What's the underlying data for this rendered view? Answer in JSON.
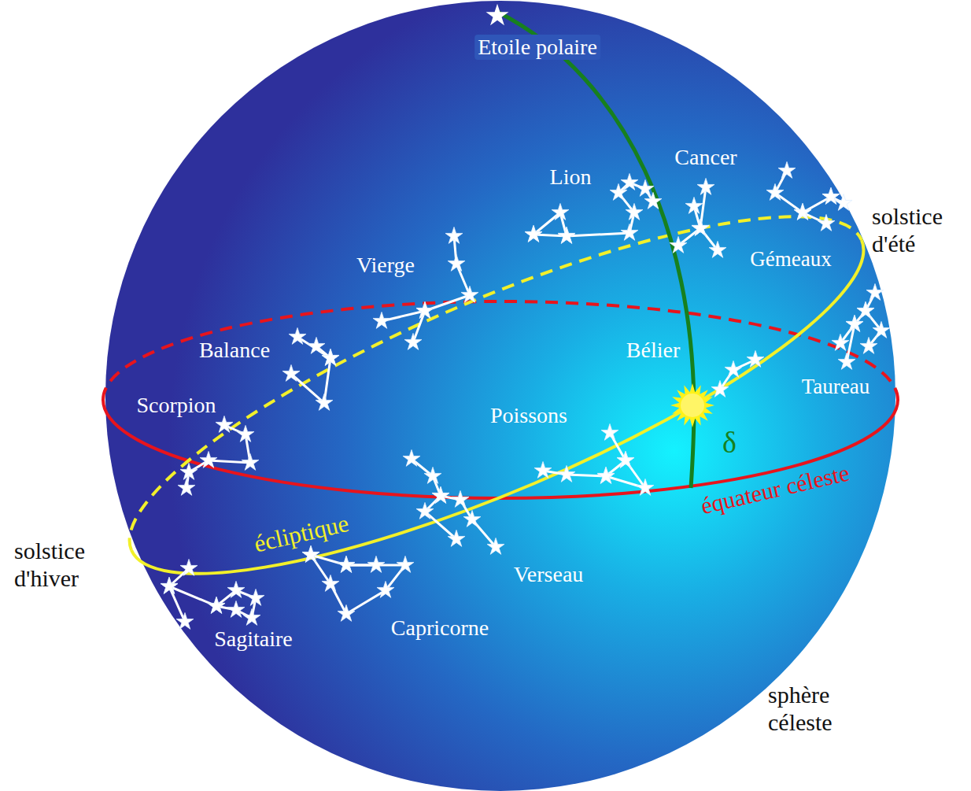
{
  "diagram": {
    "labels": [
      "Etoile polaire",
      "Lion",
      "Cancer",
      "solstice d'été",
      "Vierge",
      "Gémeaux",
      "Balance",
      "Bélier",
      "Taureau",
      "Scorpion",
      "Poissons",
      "δ",
      "équateur céleste",
      "solstice d'hiver",
      "écliptique",
      "Verseau",
      "Sagitaire",
      "Capricorne",
      "sphère céleste"
    ]
  }
}
